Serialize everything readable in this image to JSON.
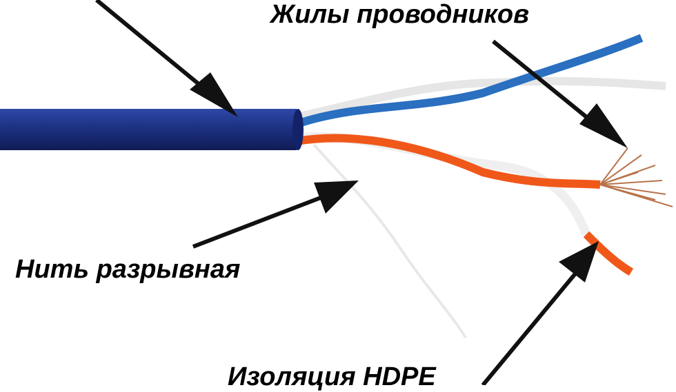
{
  "labels": {
    "conductors": "Жилы проводников",
    "rip_cord": "Нить разрывная",
    "insulation": "Изоляция HDPE"
  },
  "colors": {
    "jacket": "#1b2f7e",
    "blue_wire": "#2a6fc0",
    "orange_wire": "#f0581a",
    "white_wire": "#f2f2f2",
    "copper": "#b8734a",
    "arrow": "#111111"
  }
}
